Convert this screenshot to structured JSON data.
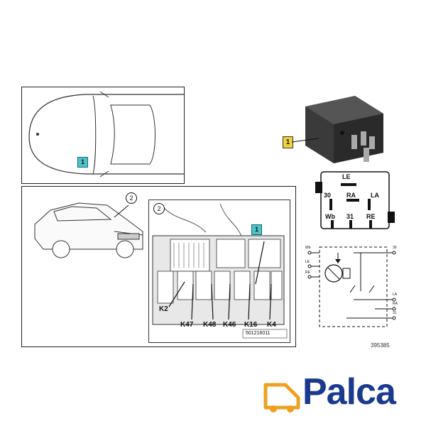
{
  "callouts": {
    "top_view": "1",
    "relay_photo": "1",
    "fuse_box": "1",
    "car_pointer": "2",
    "panel_badge": "2"
  },
  "relay_pins": [
    "LE",
    "30",
    "RA",
    "LA",
    "Wb",
    "31",
    "RE"
  ],
  "schematic_labels": {
    "left": [
      "Wb",
      "LE",
      "RE"
    ],
    "right": [
      "30",
      "LA",
      "RA",
      "31"
    ]
  },
  "slot_labels": [
    "K2",
    "K47",
    "K48",
    "K46",
    "K16",
    "K4"
  ],
  "panel_code": "501216011",
  "image_id": "395385",
  "brand": "Palca",
  "colors": {
    "callout": "#4fc3c8",
    "brand": "#1a3a8f",
    "brand_accent": "#f0a020"
  }
}
